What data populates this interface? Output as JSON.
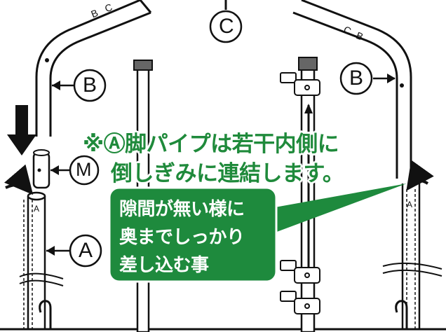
{
  "labels": {
    "frame_top": "C",
    "frame_left": "B",
    "frame_right": "B",
    "joint": "M",
    "leg": "A",
    "leg_mark": "A"
  },
  "note": {
    "line1": "※Ⓐ脚パイプは若干内側に",
    "line2": "倒しぎみに連結します。"
  },
  "callout": {
    "line1": "隙間が無い様に",
    "line2": "奥までしっかり",
    "line3": "差し込む事"
  },
  "colors": {
    "note_green": "#1f8a3b",
    "callout_green": "#1e8a3d",
    "line": "#111111"
  }
}
